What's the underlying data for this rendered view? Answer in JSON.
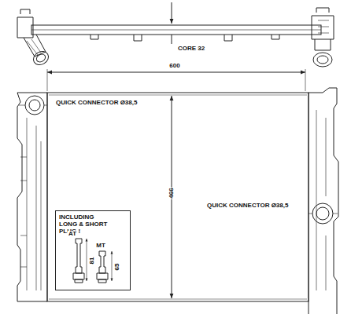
{
  "diagram": {
    "nodes": [
      {
        "text": [
          "INCLUDING LONG & SHORT PLUG !"
        ]
      }
    ],
    "labels": [
      "CORE 32",
      "600",
      "QUICK CONNECTOR Ø38,5",
      "466",
      "QUICK CONNECTOR Ø38,5",
      "AT",
      "MT",
      "81",
      "65"
    ]
  }
}
